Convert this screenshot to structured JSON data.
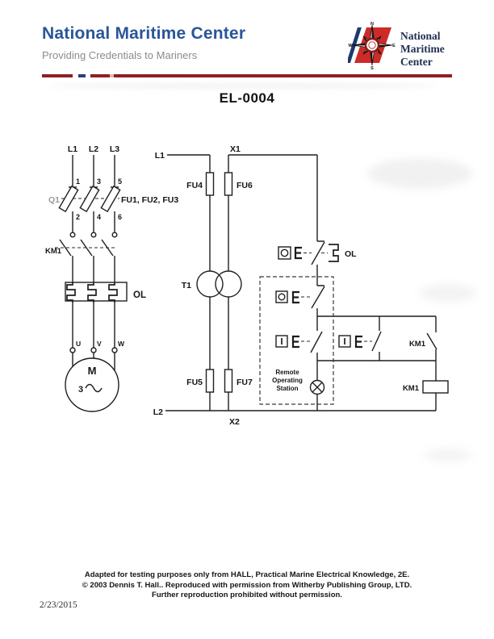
{
  "header": {
    "title": "National Maritime Center",
    "subtitle": "Providing Credentials to Mariners",
    "logo": {
      "lines": [
        "National",
        "Maritime",
        "Center"
      ],
      "compass": [
        "N",
        "E",
        "S",
        "W"
      ]
    },
    "colors": {
      "title_blue": "#2a5699",
      "subtitle_gray": "#8c8c8c",
      "rule_red": "#8e2024",
      "rule_blue": "#2c3e78",
      "logo_red": "#cc2b28",
      "logo_navy": "#1d3a6e"
    }
  },
  "doc": {
    "number": "EL-0004"
  },
  "power": {
    "phases": [
      "L1",
      "L2",
      "L3"
    ],
    "top_terms": [
      "1",
      "3",
      "5"
    ],
    "bottom_terms": [
      "2",
      "4",
      "6"
    ],
    "disconnect": "Q1",
    "fuses": "FU1, FU2, FU3",
    "contactor": "KM1",
    "overload": "OL",
    "motor_terms": [
      "U",
      "V",
      "W"
    ],
    "motor_letter": "M",
    "motor_phase": "3"
  },
  "control": {
    "l1": "L1",
    "l2": "L2",
    "x1": "X1",
    "x2": "X2",
    "t1": "T1",
    "fu4": "FU4",
    "fu5": "FU5",
    "fu6": "FU6",
    "fu7": "FU7",
    "ol_contact": "OL",
    "km1_contact": "KM1",
    "km1_coil": "KM1",
    "station": [
      "Remote",
      "Operating",
      "Station"
    ]
  },
  "footer": {
    "lines": [
      "Adapted for testing purposes only from HALL, Practical Marine Electrical Knowledge, 2E.",
      "© 2003 Dennis T. Hall.. Reproduced with permission from Witherby Publishing Group, LTD.",
      "Further reproduction prohibited without permission."
    ],
    "date": "2/23/2015"
  }
}
